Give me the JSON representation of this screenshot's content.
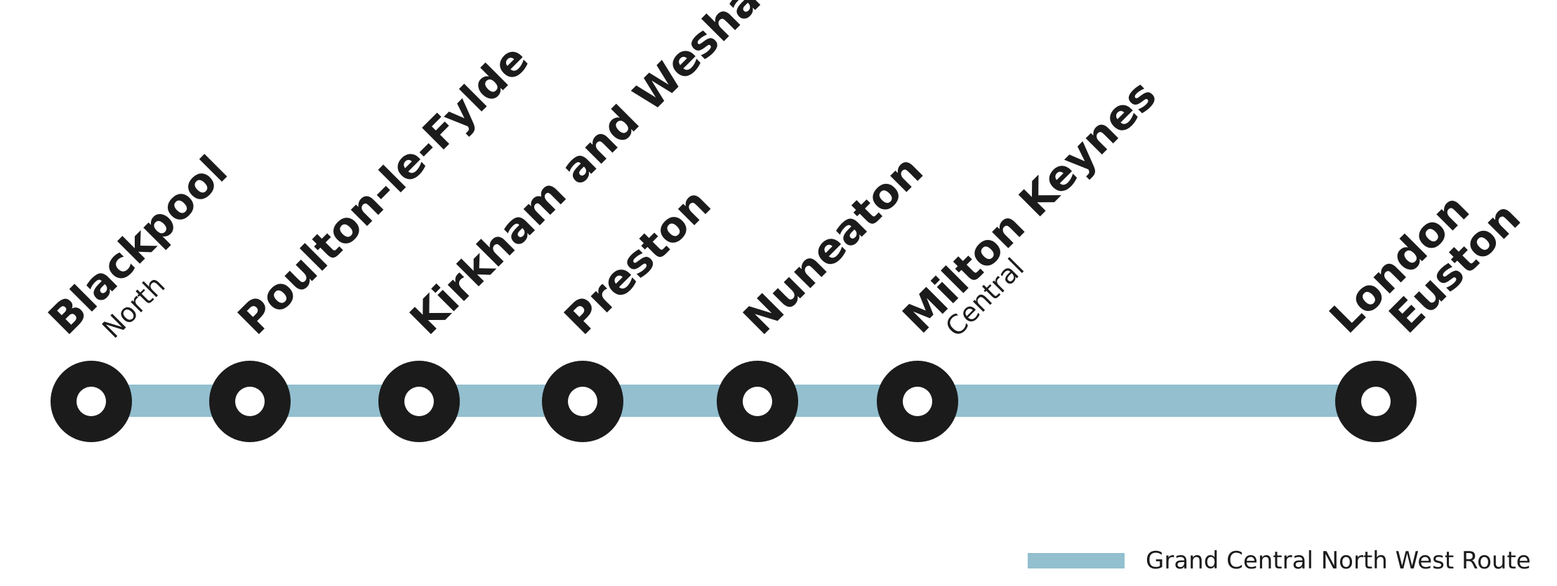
{
  "colors": {
    "route_line": "#93bfcf",
    "station_ring": "#1b1b1b",
    "station_center": "#ffffff",
    "text": "#1b1b1b"
  },
  "stations": [
    {
      "name": "Blackpool",
      "sub": "North"
    },
    {
      "name": "Poulton-le-Fylde",
      "sub": ""
    },
    {
      "name": "Kirkham and Wesham",
      "sub": ""
    },
    {
      "name": "Preston",
      "sub": ""
    },
    {
      "name": "Nuneaton",
      "sub": ""
    },
    {
      "name": "Milton Keynes",
      "sub": "Central"
    },
    {
      "name": "London",
      "name_line2": "Euston",
      "sub": ""
    }
  ],
  "legend": {
    "label": "Grand Central North West Route",
    "swatch_icon": "route-line-swatch"
  }
}
